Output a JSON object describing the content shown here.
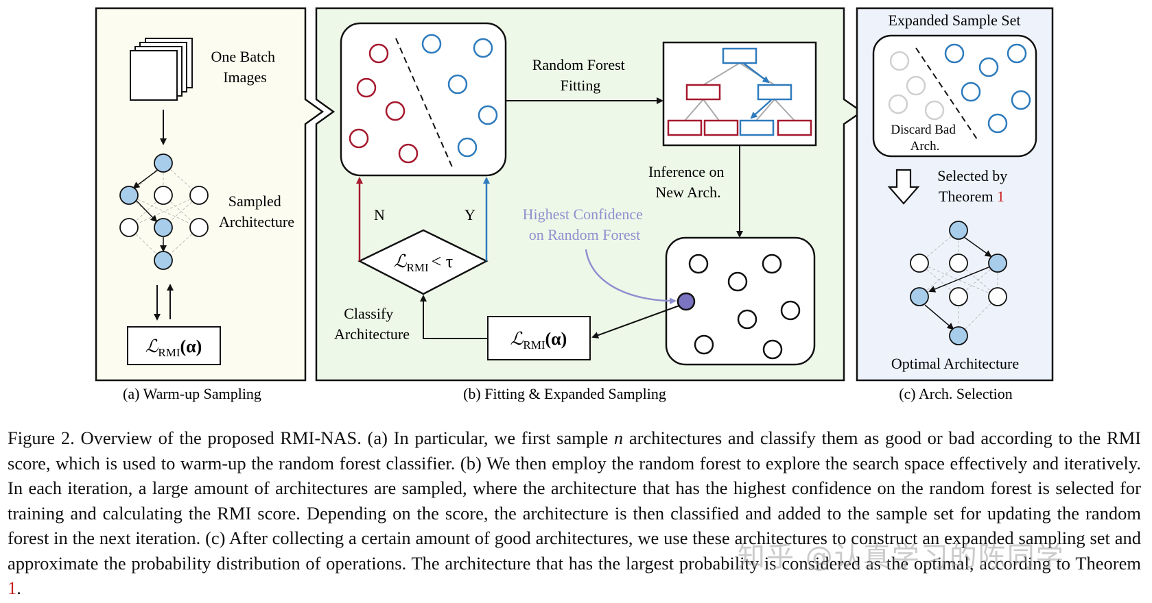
{
  "colors": {
    "red": "#a6192e",
    "blue": "#2e7bbd",
    "light_blue_fill": "#a8cdeb",
    "purple": "#8f8fcf",
    "purple_fill": "#7b74c0",
    "panel_a_bg": "#fcfdf0",
    "panel_b_bg": "#eef8e8",
    "panel_c_bg": "#eef2fb",
    "gray": "#d0d0d0"
  },
  "panel_a": {
    "batch_label": [
      "One Batch",
      "Images"
    ],
    "arch_label": [
      "Sampled",
      "Architecture"
    ],
    "loss_main": "ℒ",
    "loss_sub": "RMI",
    "loss_arg": "(α)",
    "caption": "(a) Warm-up Sampling"
  },
  "panel_b": {
    "rf_label": [
      "Random Forest",
      "Fitting"
    ],
    "inference_label": [
      "Inference on",
      "New Arch."
    ],
    "confidence_label": [
      "Highest Confidence",
      "on Random Forest"
    ],
    "classify_label": [
      "Classify",
      "Architecture"
    ],
    "decision_main": "ℒ",
    "decision_sub": "RMI",
    "decision_rest": "< τ",
    "branch_no": "N",
    "branch_yes": "Y",
    "loss_main": "ℒ",
    "loss_sub": "RMI",
    "loss_arg": "(α)",
    "caption": "(b) Fitting & Expanded Sampling"
  },
  "panel_c": {
    "title": "Expanded Sample Set",
    "discard_label": [
      "Discard Bad",
      "Arch."
    ],
    "selected_label": [
      "Selected by",
      "Theorem "
    ],
    "theorem_ref": "1",
    "optimal_label": "Optimal Architecture",
    "caption": "(c) Arch. Selection"
  },
  "caption": {
    "before_n": "Figure 2. Overview of the proposed RMI-NAS. (a) In particular, we first sample ",
    "n_symbol": "n",
    "after_n": " architectures and classify them as good or bad according to the RMI score, which is used to warm-up the random forest classifier. (b) We then employ the random forest to explore the search space effectively and iteratively. In each iteration, a large amount of architectures are sampled, where the architecture that has the highest confidence on the random forest is selected for training and calculating the RMI score. Depending on the score, the architecture is then classified and added to the sample set for updating the random forest in the next iteration. (c) After collecting a certain amount of good architectures, we use these architectures to construct an expanded sampling set and approximate the probability distribution of operations. The architecture that has the largest probability is considered as the optimal, according to Theorem ",
    "theorem_ref": "1",
    "end": "."
  },
  "watermark": "知乎 @认真学习的陈同学"
}
